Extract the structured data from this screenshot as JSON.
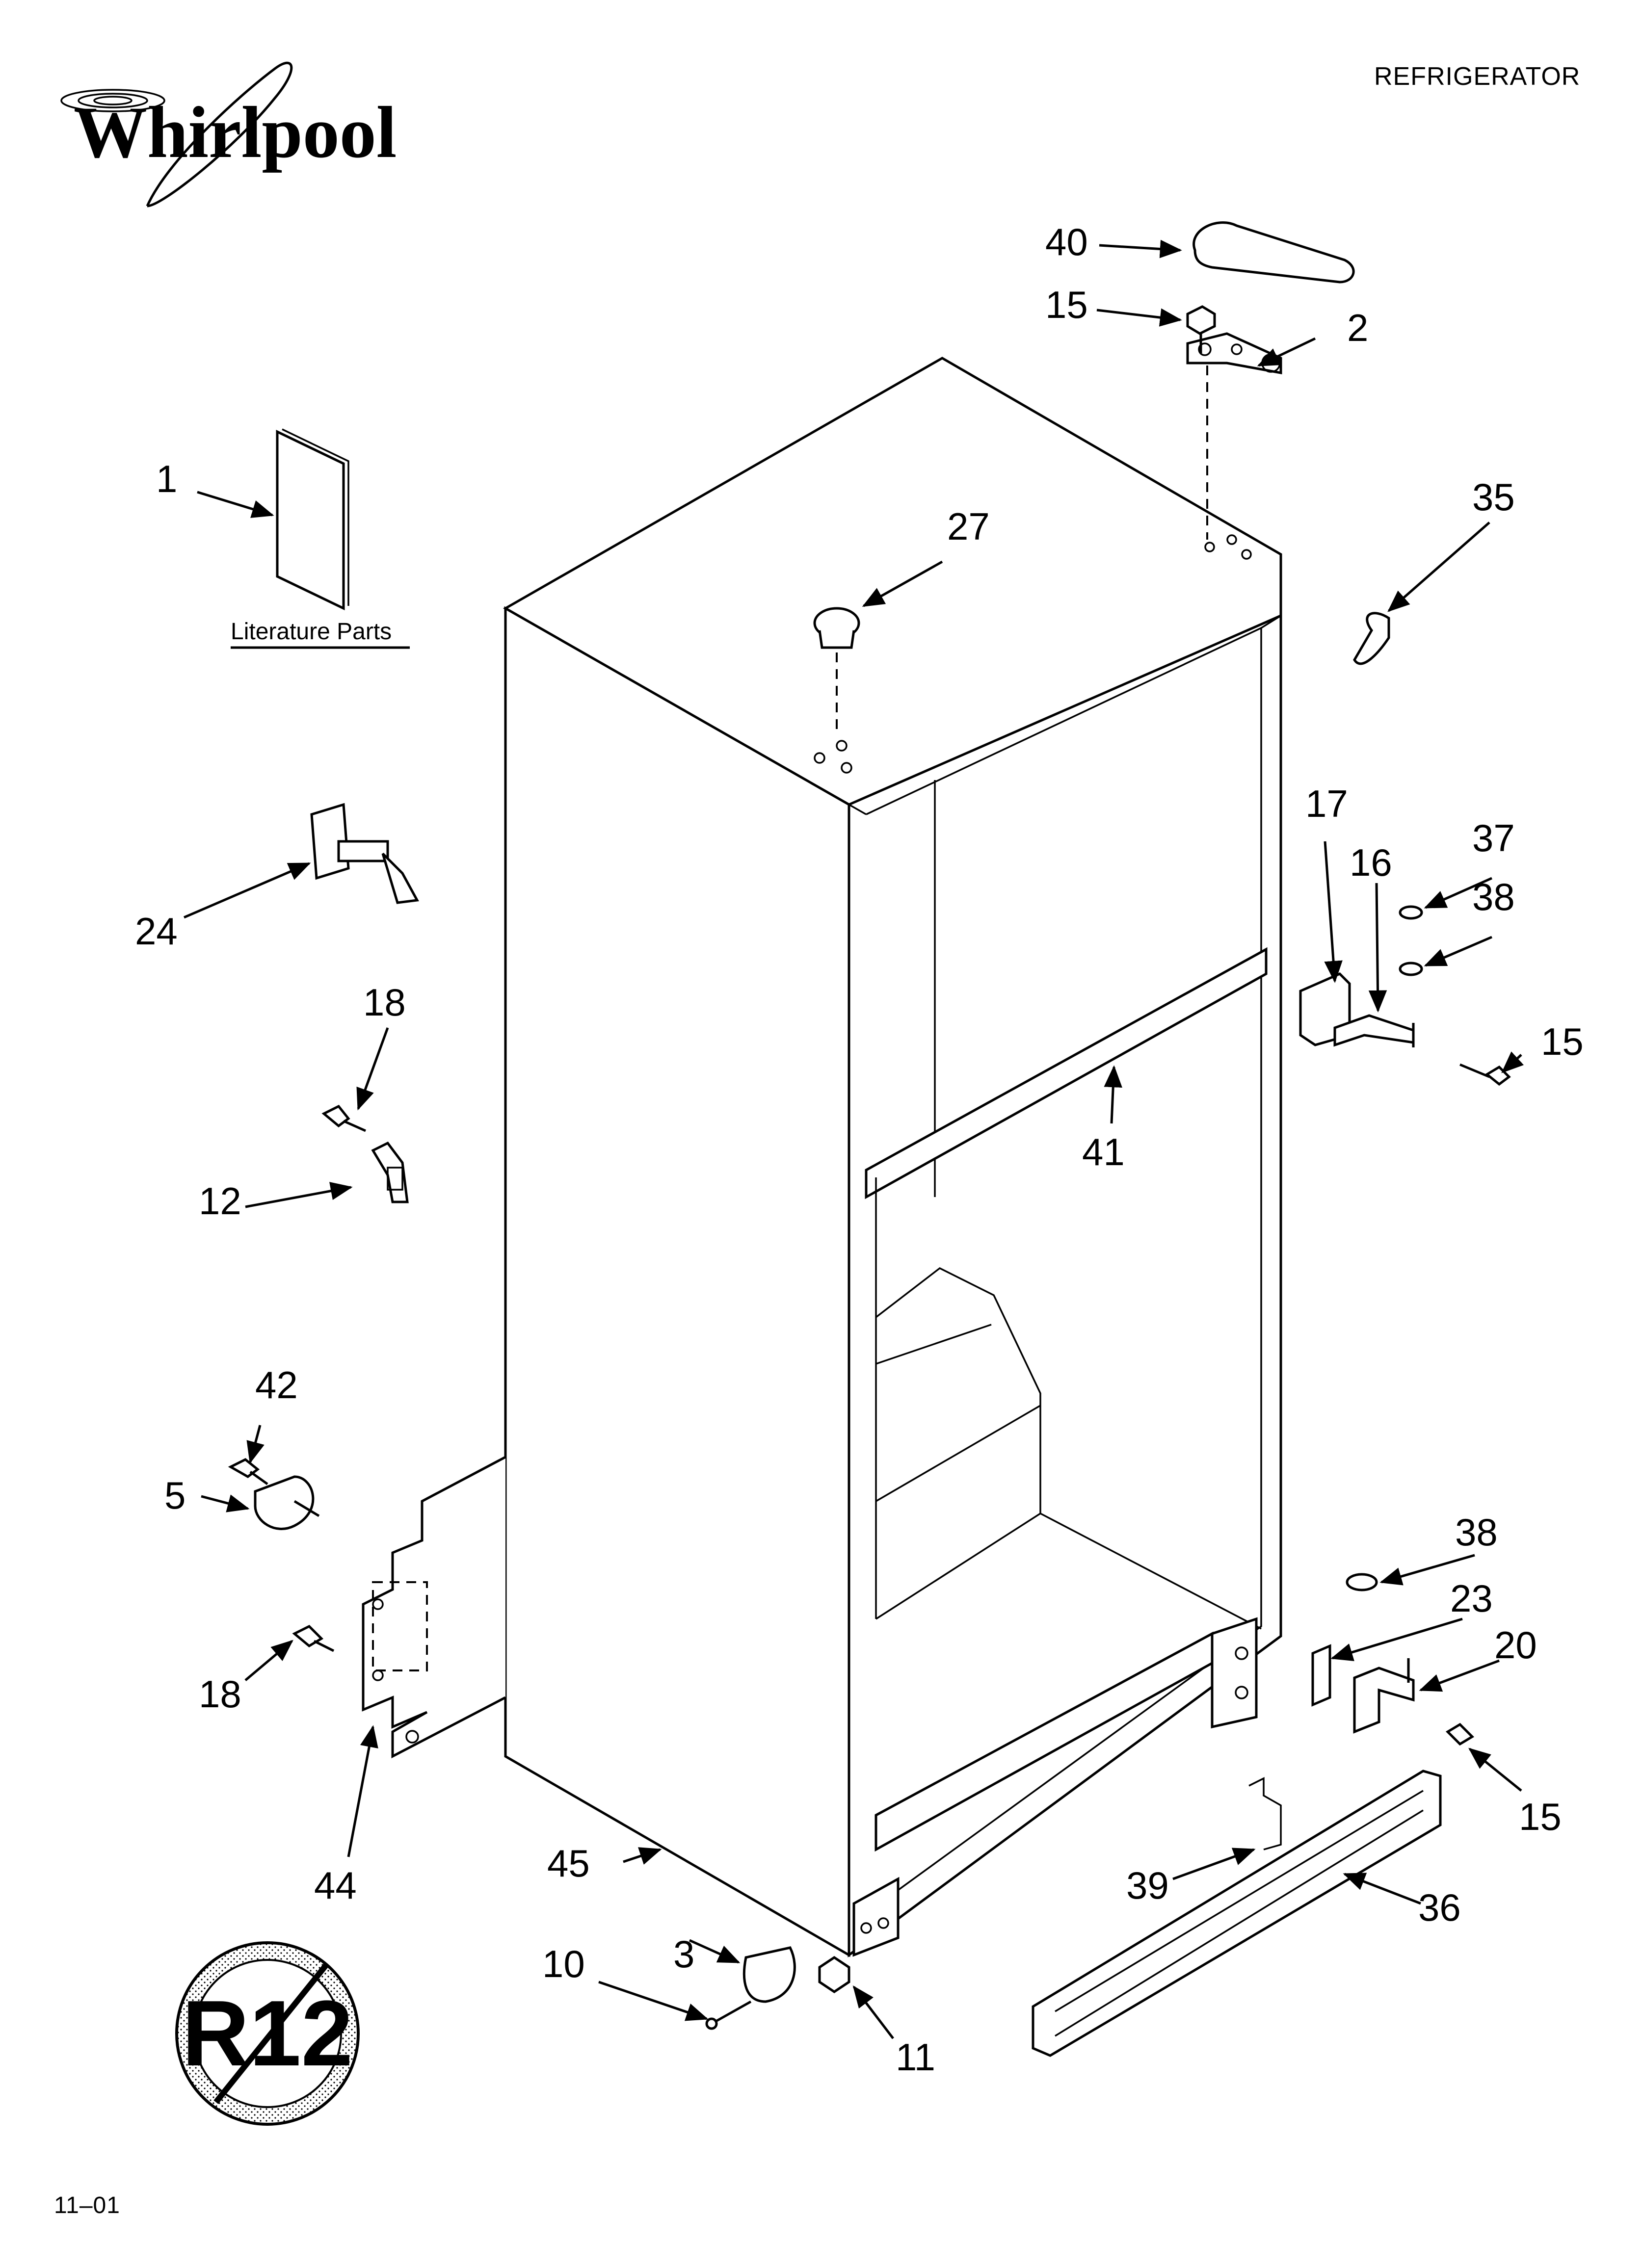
{
  "header": {
    "title": "REFRIGERATOR"
  },
  "brand": {
    "logo_text": "Whirlpool"
  },
  "footer": {
    "revision": "11–01"
  },
  "literature": {
    "label": "Literature Parts"
  },
  "badge": {
    "text": "R12",
    "meaning": "no-R12-refrigerant"
  },
  "callouts": {
    "c1": "1",
    "c2": "2",
    "c3": "3",
    "c5": "5",
    "c10": "10",
    "c11": "11",
    "c12": "12",
    "c15a": "15",
    "c15b": "15",
    "c15c": "15",
    "c16": "16",
    "c17": "17",
    "c18a": "18",
    "c18b": "18",
    "c20": "20",
    "c23": "23",
    "c24": "24",
    "c27": "27",
    "c35": "35",
    "c36": "36",
    "c37": "37",
    "c38a": "38",
    "c38b": "38",
    "c39": "39",
    "c40": "40",
    "c41": "41",
    "c42": "42",
    "c44": "44",
    "c45": "45"
  },
  "colors": {
    "line": "#000000",
    "background": "#ffffff"
  }
}
